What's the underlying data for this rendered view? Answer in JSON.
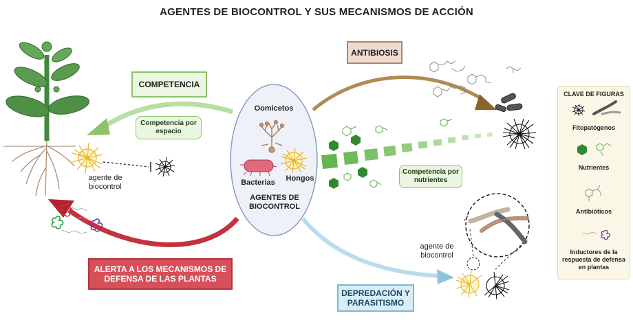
{
  "title": "AGENTES DE BIOCONTROL Y SUS MECANISMOS DE ACCIÓN",
  "center": {
    "organisms": [
      "Oomicetos",
      "Bacterias",
      "Hongos"
    ],
    "label": "AGENTES DE BIOCONTROL"
  },
  "mechanisms": {
    "competencia": "COMPETENCIA",
    "competencia_espacio": "Competencia por espacio",
    "antibiosis": "ANTIBIOSIS",
    "competencia_nutrientes": "Competencia por nutrientes",
    "alerta": "ALERTA A LOS MECANISMOS DE DEFENSA DE LAS PLANTAS",
    "depredacion": "DEPREDACIÓN Y PARASITISMO"
  },
  "labels": {
    "agente_left": "agente de biocontrol",
    "agente_right": "agente de biocontrol"
  },
  "legend": {
    "title": "CLAVE DE FIGURAS",
    "items": [
      "Fitopatógenos",
      "Nutrientes",
      "Antibióticos",
      "Inductores de la respuesta de defensa en plantas"
    ]
  },
  "colors": {
    "competencia": "#8cc36a",
    "antibiosis": "#a98254",
    "alerta": "#c4323e",
    "depredacion": "#a9d3e6",
    "nutrient_hex": "#2f8a2f",
    "biocontrol_fungus": "#f2c531",
    "pathogen": "#222222"
  },
  "icons": [
    "plant-icon",
    "biocontrol-fungus-icon",
    "pathogen-icon",
    "bacteria-icon",
    "oomycete-icon",
    "nutrient-icon",
    "antibiotic-molecule-icon",
    "inducer-icon",
    "hypha-icon",
    "magnifier-circle"
  ]
}
